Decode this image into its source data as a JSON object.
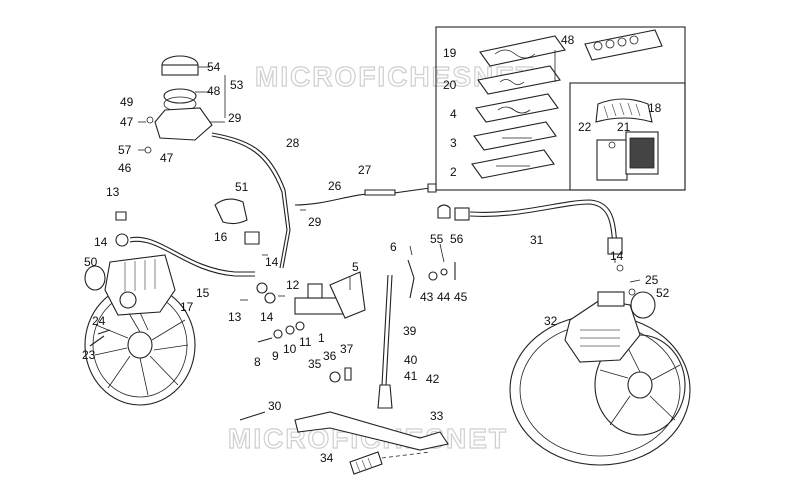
{
  "watermark": {
    "top": "MICROFICHESNET",
    "bottom": "MICROFICHESNET"
  },
  "labels": [
    {
      "id": "54",
      "text": "54"
    },
    {
      "id": "53",
      "text": "53"
    },
    {
      "id": "48a",
      "text": "48"
    },
    {
      "id": "49",
      "text": "49"
    },
    {
      "id": "47a",
      "text": "47"
    },
    {
      "id": "29a",
      "text": "29"
    },
    {
      "id": "57",
      "text": "57"
    },
    {
      "id": "47b",
      "text": "47"
    },
    {
      "id": "46",
      "text": "46"
    },
    {
      "id": "28",
      "text": "28"
    },
    {
      "id": "27",
      "text": "27"
    },
    {
      "id": "26",
      "text": "26"
    },
    {
      "id": "51",
      "text": "51"
    },
    {
      "id": "29b",
      "text": "29"
    },
    {
      "id": "13a",
      "text": "13"
    },
    {
      "id": "14a",
      "text": "14"
    },
    {
      "id": "16",
      "text": "16"
    },
    {
      "id": "14b",
      "text": "14"
    },
    {
      "id": "50",
      "text": "50"
    },
    {
      "id": "15",
      "text": "15"
    },
    {
      "id": "12",
      "text": "12"
    },
    {
      "id": "17",
      "text": "17"
    },
    {
      "id": "13b",
      "text": "13"
    },
    {
      "id": "14c",
      "text": "14"
    },
    {
      "id": "5",
      "text": "5"
    },
    {
      "id": "24",
      "text": "24"
    },
    {
      "id": "23",
      "text": "23"
    },
    {
      "id": "8",
      "text": "8"
    },
    {
      "id": "9",
      "text": "9"
    },
    {
      "id": "10",
      "text": "10"
    },
    {
      "id": "11",
      "text": "11"
    },
    {
      "id": "1",
      "text": "1"
    },
    {
      "id": "35",
      "text": "35"
    },
    {
      "id": "36",
      "text": "36"
    },
    {
      "id": "37",
      "text": "37"
    },
    {
      "id": "6",
      "text": "6"
    },
    {
      "id": "55",
      "text": "55"
    },
    {
      "id": "56",
      "text": "56"
    },
    {
      "id": "31",
      "text": "31"
    },
    {
      "id": "43",
      "text": "43"
    },
    {
      "id": "44",
      "text": "44"
    },
    {
      "id": "45",
      "text": "45"
    },
    {
      "id": "39",
      "text": "39"
    },
    {
      "id": "40",
      "text": "40"
    },
    {
      "id": "41",
      "text": "41"
    },
    {
      "id": "42",
      "text": "42"
    },
    {
      "id": "30",
      "text": "30"
    },
    {
      "id": "33",
      "text": "33"
    },
    {
      "id": "34",
      "text": "34"
    },
    {
      "id": "14d",
      "text": "14"
    },
    {
      "id": "25",
      "text": "25"
    },
    {
      "id": "52",
      "text": "52"
    },
    {
      "id": "32",
      "text": "32"
    },
    {
      "id": "19",
      "text": "19"
    },
    {
      "id": "48b",
      "text": "48"
    },
    {
      "id": "20",
      "text": "20"
    },
    {
      "id": "4",
      "text": "4"
    },
    {
      "id": "3",
      "text": "3"
    },
    {
      "id": "2",
      "text": "2"
    },
    {
      "id": "22",
      "text": "22"
    },
    {
      "id": "21",
      "text": "21"
    },
    {
      "id": "18",
      "text": "18"
    }
  ]
}
